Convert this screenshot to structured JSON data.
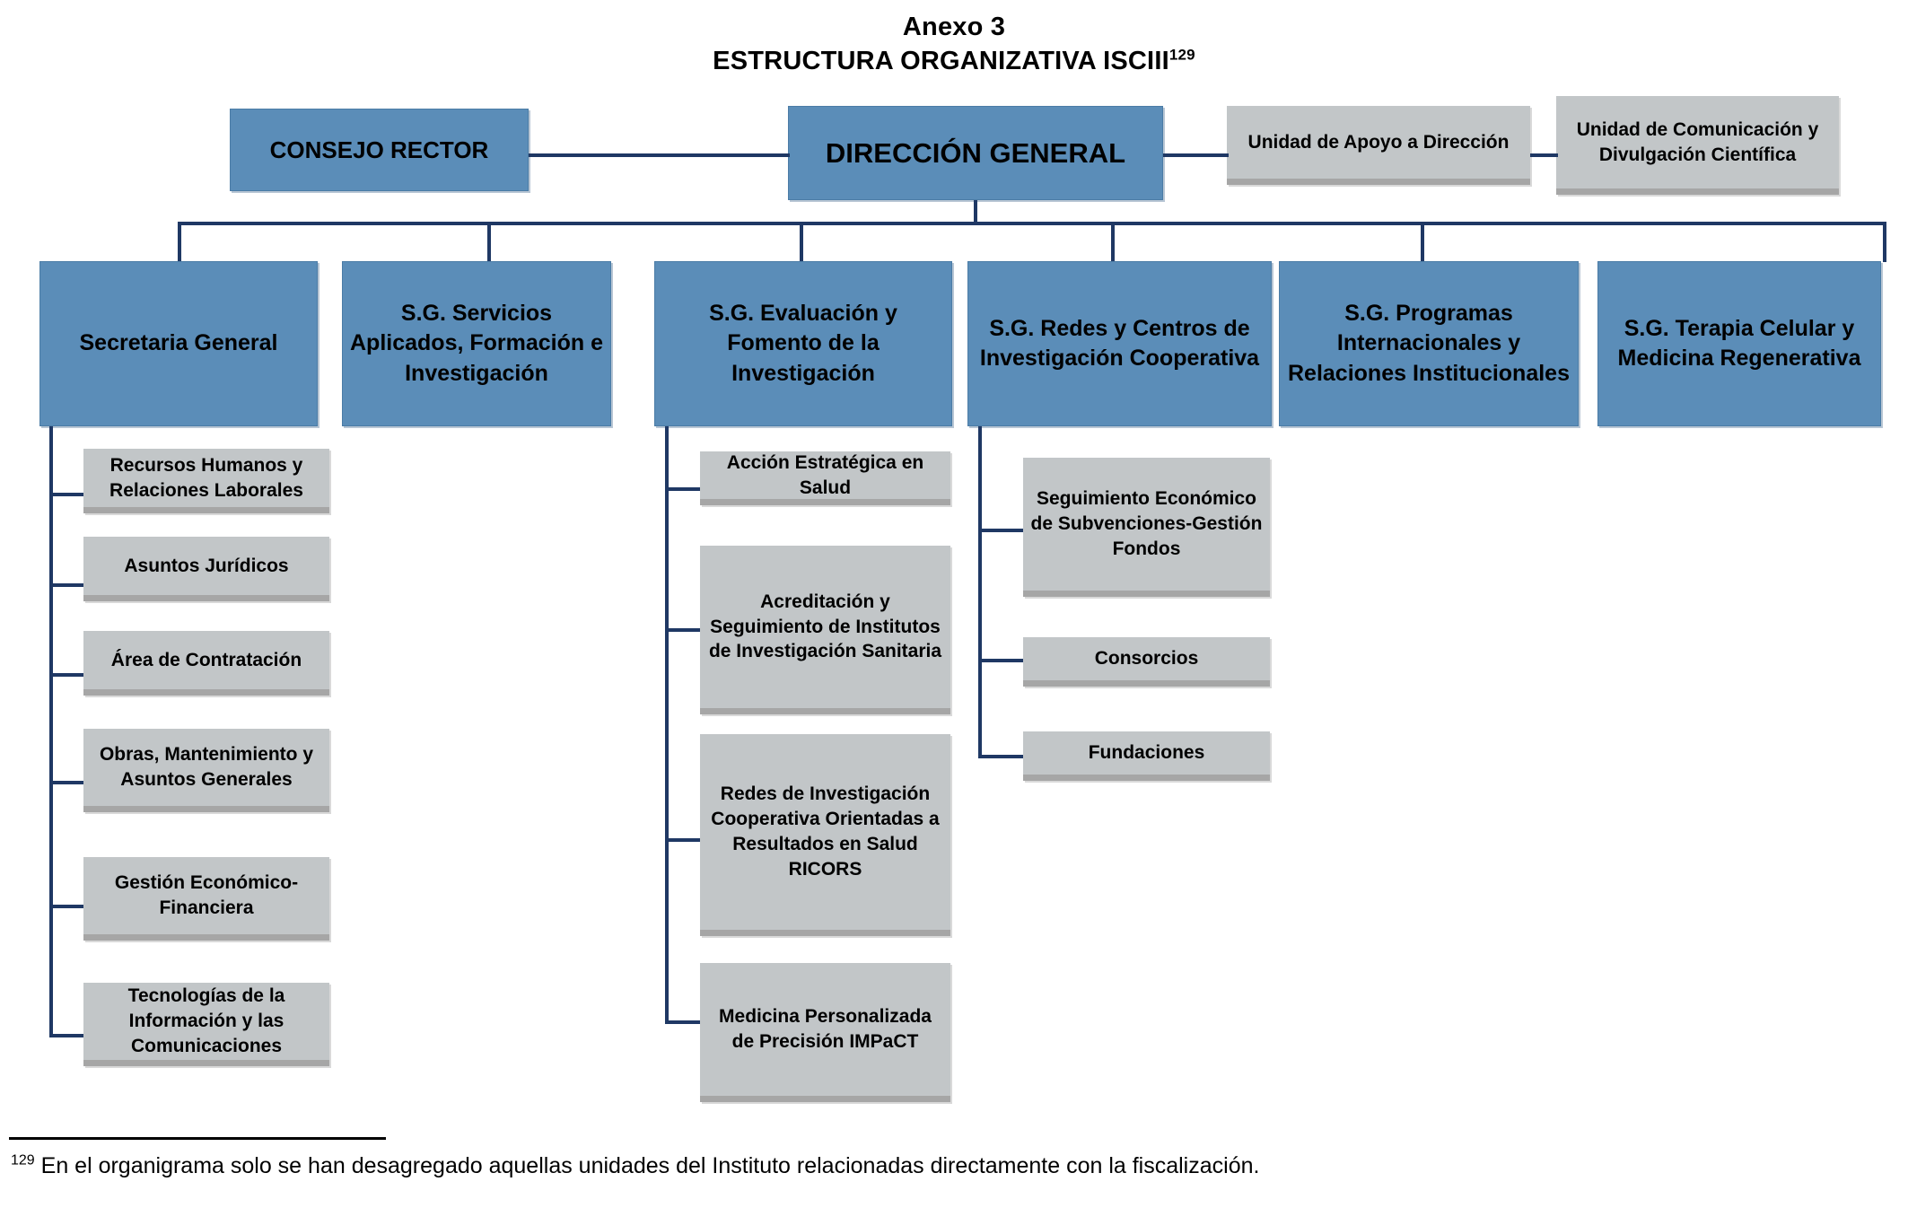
{
  "title": {
    "line1": "Anexo 3",
    "line2": "ESTRUCTURA ORGANIZATIVA ISCIII",
    "footnote_marker": "129"
  },
  "chart_data": {
    "type": "diagram",
    "subtype": "organizational-chart",
    "title": "ESTRUCTURA ORGANIZATIVA ISCIII",
    "levels": [
      {
        "level": 1,
        "nodes": [
          {
            "id": "consejo-rector",
            "label": "CONSEJO RECTOR",
            "style": "blue"
          },
          {
            "id": "direccion-general",
            "label": "DIRECCIÓN GENERAL",
            "style": "blue"
          },
          {
            "id": "unidad-apoyo-direccion",
            "label": "Unidad de Apoyo a Dirección",
            "style": "gray"
          },
          {
            "id": "unidad-comunicacion",
            "label": "Unidad de Comunicación y Divulgación Científica",
            "style": "gray"
          }
        ]
      },
      {
        "level": 2,
        "nodes": [
          {
            "id": "secretaria-general",
            "label": "Secretaria General",
            "style": "blue"
          },
          {
            "id": "sg-servicios-aplicados",
            "label": "S.G. Servicios Aplicados, Formación e Investigación",
            "style": "blue"
          },
          {
            "id": "sg-evaluacion-fomento",
            "label": "S.G. Evaluación y Fomento de la Investigación",
            "style": "blue"
          },
          {
            "id": "sg-redes-centros",
            "label": "S.G. Redes y Centros de Investigación Cooperativa",
            "style": "blue"
          },
          {
            "id": "sg-programas-internacionales",
            "label": "S.G. Programas Internacionales y Relaciones Institucionales",
            "style": "blue"
          },
          {
            "id": "sg-terapia-celular",
            "label": "S.G. Terapia Celular y Medicina Regenerativa",
            "style": "blue"
          }
        ]
      }
    ],
    "children": {
      "secretaria-general": [
        "Recursos Humanos y Relaciones Laborales",
        "Asuntos Jurídicos",
        "Área de Contratación",
        "Obras, Mantenimiento y Asuntos Generales",
        "Gestión Económico-Financiera",
        "Tecnologías de la Información y las Comunicaciones"
      ],
      "sg-evaluacion-fomento": [
        "Acción Estratégica en Salud",
        "Acreditación y Seguimiento de Institutos de Investigación Sanitaria",
        "Redes de Investigación Cooperativa Orientadas a Resultados en Salud RICORS",
        "Medicina Personalizada de Precisión IMPaCT"
      ],
      "sg-redes-centros": [
        "Seguimiento Económico de Subvenciones-Gestión Fondos",
        "Consorcios",
        "Fundaciones"
      ]
    },
    "colors": {
      "blue_fill": "#5B8DB8",
      "blue_border": "#4B7CA6",
      "gray_fill": "#C2C6C8",
      "gray_shadow": "#A6A6A6",
      "connector": "#1F3864",
      "text": "#000000"
    }
  },
  "top_row": {
    "consejo_rector": "CONSEJO RECTOR",
    "direccion_general": "DIRECCIÓN GENERAL",
    "unidad_apoyo": "Unidad de Apoyo a Dirección",
    "unidad_comunicacion": "Unidad de Comunicación y Divulgación Científica"
  },
  "sg_row": {
    "secretaria_general": "Secretaria General",
    "sg_servicios": "S.G. Servicios Aplicados, Formación e Investigación",
    "sg_evaluacion": "S.G. Evaluación y Fomento de la Investigación",
    "sg_redes": "S.G. Redes y Centros de Investigación Cooperativa",
    "sg_programas": "S.G. Programas Internacionales y Relaciones Institucionales",
    "sg_terapia": "S.G. Terapia Celular y Medicina Regenerativa"
  },
  "secretaria_children": [
    "Recursos Humanos y Relaciones Laborales",
    "Asuntos Jurídicos",
    "Área de Contratación",
    "Obras, Mantenimiento y Asuntos Generales",
    "Gestión Económico-Financiera",
    "Tecnologías de la Información y las Comunicaciones"
  ],
  "evaluacion_children": [
    "Acción Estratégica en Salud",
    "Acreditación y Seguimiento de Institutos de Investigación Sanitaria",
    "Redes de Investigación Cooperativa Orientadas a Resultados en Salud RICORS",
    "Medicina Personalizada de Precisión IMPaCT"
  ],
  "redes_children": [
    "Seguimiento Económico de Subvenciones-Gestión Fondos",
    "Consorcios",
    "Fundaciones"
  ],
  "footnote": {
    "marker": "129",
    "text": " En el organigrama solo se han desagregado aquellas unidades del Instituto relacionadas directamente con la fiscalización."
  }
}
